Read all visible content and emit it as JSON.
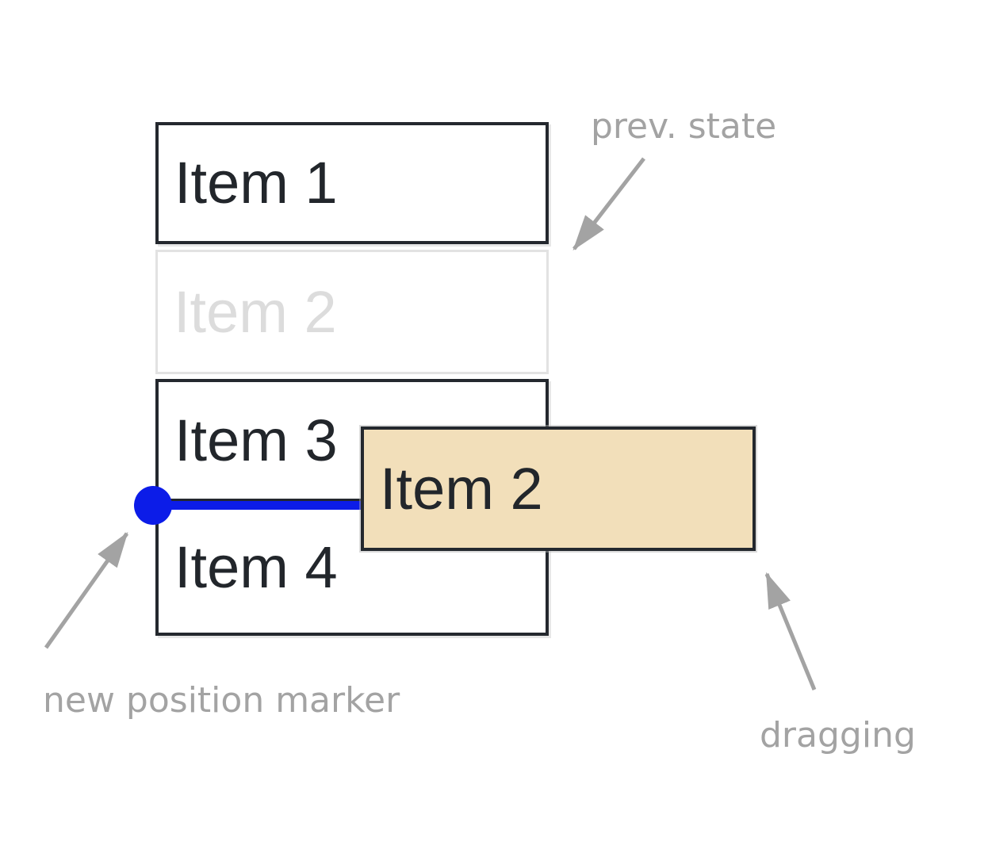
{
  "diagram": {
    "description": "drag-and-drop list reorder illustration",
    "list": {
      "items": [
        {
          "label": "Item 1",
          "state": "normal"
        },
        {
          "label": "Item 2",
          "state": "ghost-previous-position"
        },
        {
          "label": "Item 3",
          "state": "normal"
        },
        {
          "label": "Item 4",
          "state": "normal"
        }
      ]
    },
    "dragged_item": {
      "label": "Item 2",
      "state": "dragging"
    },
    "annotations": {
      "prev_state": {
        "label": "prev. state"
      },
      "new_position_marker": {
        "label": "new position marker"
      },
      "dragging": {
        "label": "dragging"
      }
    },
    "colors": {
      "background": "#ffffff",
      "item_border": "#24282e",
      "item_text": "#22262b",
      "ghost_border": "#e2e2e2",
      "ghost_text": "#dcdcdc",
      "dragged_fill": "#f2dfba",
      "marker_blue": "#0c1ce8",
      "annotation_gray": "#a3a3a3"
    }
  }
}
